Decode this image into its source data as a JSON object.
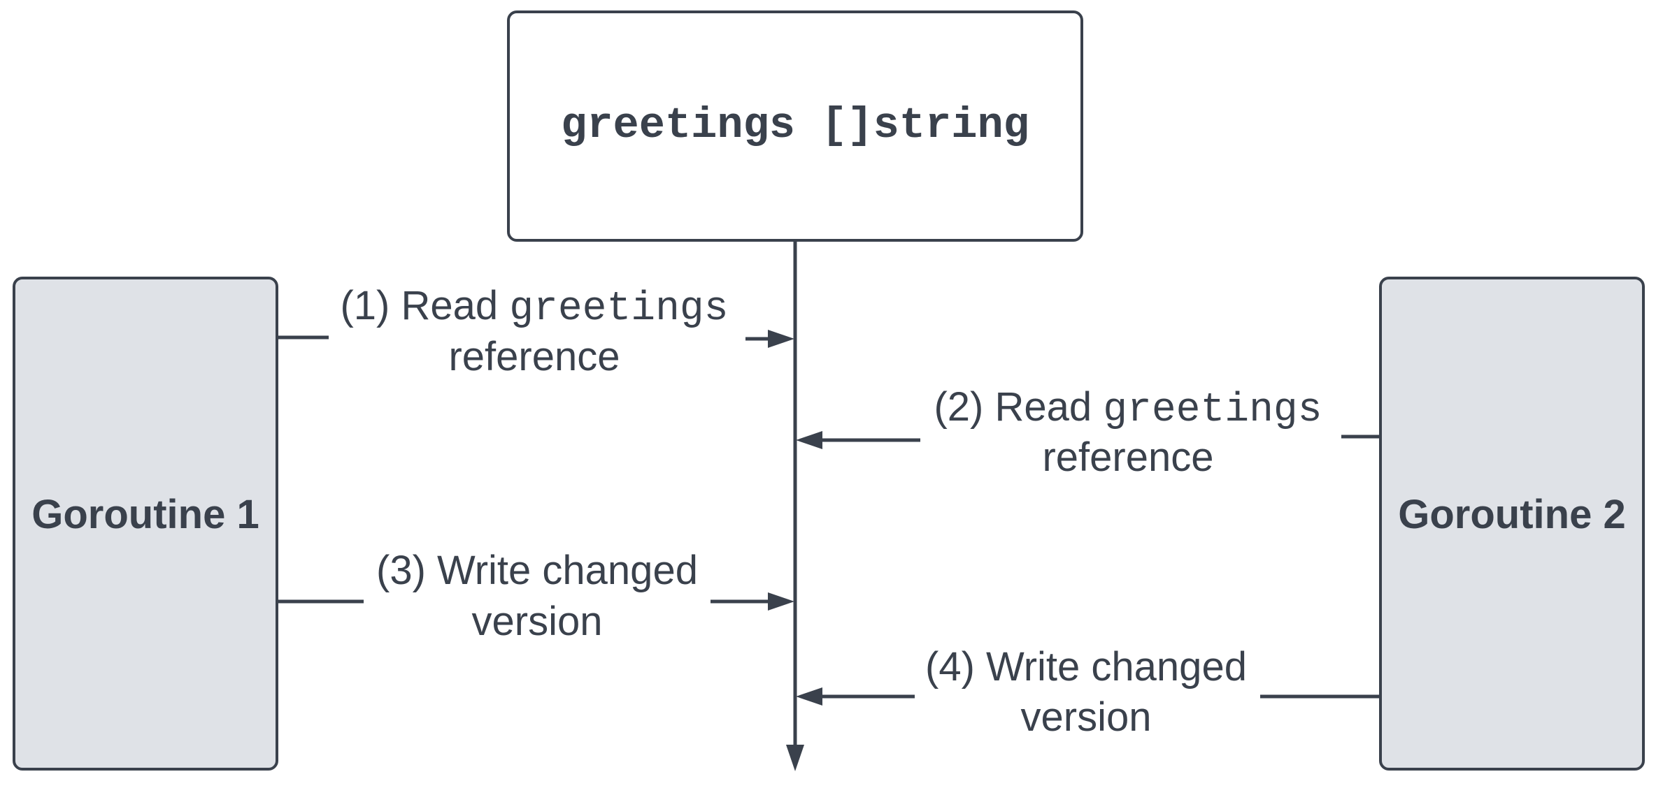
{
  "shared_variable": {
    "label": "greetings []string"
  },
  "goroutines": [
    {
      "label": "Goroutine 1"
    },
    {
      "label": "Goroutine 2"
    }
  ],
  "steps": [
    {
      "line1_prefix": "(1) Read ",
      "line1_code": "greetings",
      "line2": "reference"
    },
    {
      "line1_prefix": "(2) Read ",
      "line1_code": "greetings",
      "line2": "reference"
    },
    {
      "line1_prefix": "(3) Write changed",
      "line1_code": "",
      "line2": "version"
    },
    {
      "line1_prefix": "(4) Write changed",
      "line1_code": "",
      "line2": "version"
    }
  ]
}
